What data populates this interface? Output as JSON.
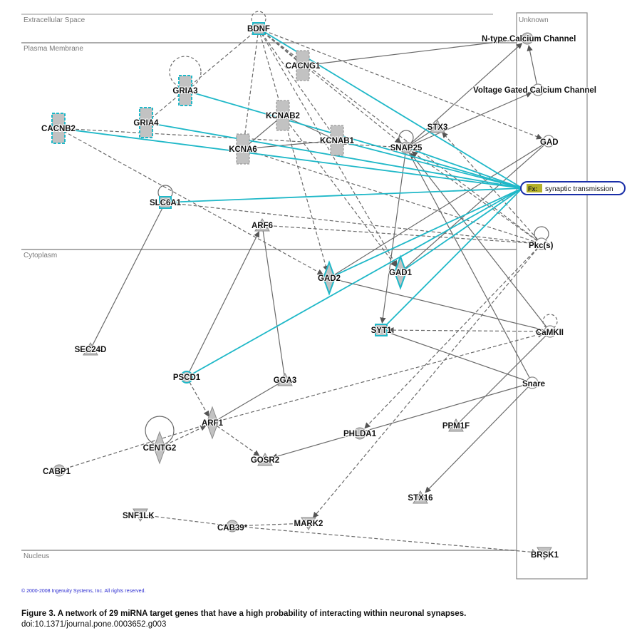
{
  "regions": {
    "extracellular": "Extracellular Space",
    "plasma_membrane": "Plasma Membrane",
    "cytoplasm": "Cytoplasm",
    "nucleus": "Nucleus",
    "unknown": "Unknown"
  },
  "function_node": {
    "badge": "Fx:",
    "label": "synaptic transmission"
  },
  "nodes": [
    {
      "id": "BDNF",
      "label": "BDNF",
      "shape": "square",
      "highlight": true
    },
    {
      "id": "CACNG1",
      "label": "CACNG1",
      "shape": "rect",
      "highlight": false
    },
    {
      "id": "GRIA3",
      "label": "GRIA3",
      "shape": "rect",
      "highlight": true
    },
    {
      "id": "GRIA4",
      "label": "GRIA4",
      "shape": "rect",
      "highlight": true
    },
    {
      "id": "CACNB2",
      "label": "CACNB2",
      "shape": "rect",
      "highlight": true
    },
    {
      "id": "KCNAB2",
      "label": "KCNAB2",
      "shape": "rect",
      "highlight": false
    },
    {
      "id": "KCNAB1",
      "label": "KCNAB1",
      "shape": "rect",
      "highlight": false
    },
    {
      "id": "KCNA6",
      "label": "KCNA6",
      "shape": "rect",
      "highlight": false
    },
    {
      "id": "SNAP25",
      "label": "SNAP25",
      "shape": "circle",
      "highlight": false
    },
    {
      "id": "STX3",
      "label": "STX3",
      "shape": "triangle",
      "highlight": false
    },
    {
      "id": "NCC",
      "label": "N-type Calcium Channel",
      "shape": "circle",
      "highlight": false
    },
    {
      "id": "VGCC",
      "label": "Voltage Gated Calcium Channel",
      "shape": "open-circle",
      "highlight": false
    },
    {
      "id": "GAD",
      "label": "GAD",
      "shape": "open-circle",
      "highlight": false
    },
    {
      "id": "SLC6A1",
      "label": "SLC6A1",
      "shape": "square",
      "highlight": true
    },
    {
      "id": "ARF6",
      "label": "ARF6",
      "shape": "triangle",
      "highlight": false
    },
    {
      "id": "PKC",
      "label": "Pkc(s)",
      "shape": "open-circle",
      "highlight": false
    },
    {
      "id": "GAD2",
      "label": "GAD2",
      "shape": "diamond",
      "highlight": true
    },
    {
      "id": "GAD1",
      "label": "GAD1",
      "shape": "diamond",
      "highlight": true
    },
    {
      "id": "SYT1",
      "label": "SYT1",
      "shape": "square",
      "highlight": true
    },
    {
      "id": "CAMKII",
      "label": "CaMKII",
      "shape": "open-circle",
      "highlight": false
    },
    {
      "id": "SEC24D",
      "label": "SEC24D",
      "shape": "triangle",
      "highlight": false
    },
    {
      "id": "PSCD1",
      "label": "PSCD1",
      "shape": "circle",
      "highlight": true
    },
    {
      "id": "GGA3",
      "label": "GGA3",
      "shape": "triangle",
      "highlight": false
    },
    {
      "id": "SNARE",
      "label": "Snare",
      "shape": "open-circle",
      "highlight": false
    },
    {
      "id": "ARF1",
      "label": "ARF1",
      "shape": "diamond",
      "highlight": false
    },
    {
      "id": "CENTG2",
      "label": "CENTG2",
      "shape": "diamond",
      "highlight": false
    },
    {
      "id": "PHLDA1",
      "label": "PHLDA1",
      "shape": "circle",
      "highlight": false
    },
    {
      "id": "PPM1F",
      "label": "PPM1F",
      "shape": "triangle",
      "highlight": false
    },
    {
      "id": "CABP1",
      "label": "CABP1",
      "shape": "circle",
      "highlight": false
    },
    {
      "id": "GOSR2",
      "label": "GOSR2",
      "shape": "triangle",
      "highlight": false
    },
    {
      "id": "STX16",
      "label": "STX16",
      "shape": "triangle",
      "highlight": false
    },
    {
      "id": "SNF1LK",
      "label": "SNF1LK",
      "shape": "triangle-down",
      "highlight": false
    },
    {
      "id": "CAB39",
      "label": "CAB39*",
      "shape": "circle",
      "highlight": false
    },
    {
      "id": "MARK2",
      "label": "MARK2",
      "shape": "triangle-down",
      "highlight": false
    },
    {
      "id": "BRSK1",
      "label": "BRSK1",
      "shape": "triangle-down",
      "highlight": false
    }
  ],
  "edges": [
    {
      "from": "BDNF",
      "to": "BDNF",
      "style": "self-dashed"
    },
    {
      "from": "GRIA3",
      "to": "GRIA3",
      "style": "self-dashed"
    },
    {
      "from": "SNAP25",
      "to": "SNAP25",
      "style": "self-solid"
    },
    {
      "from": "SLC6A1",
      "to": "SLC6A1",
      "style": "self-solid"
    },
    {
      "from": "PKC",
      "to": "PKC",
      "style": "self-solid"
    },
    {
      "from": "CAMKII",
      "to": "CAMKII",
      "style": "self-dashed"
    },
    {
      "from": "CENTG2",
      "to": "CENTG2",
      "style": "self-solid"
    },
    {
      "from": "CACNG1",
      "to": "NCC",
      "style": "solid"
    },
    {
      "from": "VGCC",
      "to": "NCC",
      "style": "solid-arrow"
    },
    {
      "from": "SNAP25",
      "to": "NCC",
      "style": "solid-arrow"
    },
    {
      "from": "SNAP25",
      "to": "VGCC",
      "style": "solid-arrow"
    },
    {
      "from": "KCNAB2",
      "to": "KCNA6",
      "style": "solid"
    },
    {
      "from": "KCNAB1",
      "to": "KCNA6",
      "style": "solid"
    },
    {
      "from": "KCNAB2",
      "to": "KCNAB1",
      "style": "solid"
    },
    {
      "from": "BDNF",
      "to": "GAD",
      "style": "dashed-arrow"
    },
    {
      "from": "BDNF",
      "to": "SNAP25",
      "style": "dashed-arrow"
    },
    {
      "from": "BDNF",
      "to": "KCNA6",
      "style": "dashed"
    },
    {
      "from": "BDNF",
      "to": "KCNAB1",
      "style": "dashed"
    },
    {
      "from": "BDNF",
      "to": "GAD2",
      "style": "dashed-arrow"
    },
    {
      "from": "BDNF",
      "to": "GAD1",
      "style": "dashed-arrow"
    },
    {
      "from": "BDNF",
      "to": "GRIA4",
      "style": "dashed"
    },
    {
      "from": "BDNF",
      "to": "PKC",
      "style": "dashed"
    },
    {
      "from": "BDNF",
      "to": "CACNG1",
      "style": "dashed"
    },
    {
      "from": "KCNAB2",
      "to": "GAD1",
      "style": "dashed-arrow"
    },
    {
      "from": "KCNA6",
      "to": "PKC",
      "style": "dashed"
    },
    {
      "from": "CACNB2",
      "to": "SNAP25",
      "style": "dashed"
    },
    {
      "from": "CACNB2",
      "to": "GAD2",
      "style": "dashed-arrow"
    },
    {
      "from": "SLC6A1",
      "to": "PKC",
      "style": "dashed"
    },
    {
      "from": "ARF6",
      "to": "PKC",
      "style": "dashed"
    },
    {
      "from": "SNAP25",
      "to": "SYT1",
      "style": "solid-arrow"
    },
    {
      "from": "SNAP25",
      "to": "SNARE",
      "style": "solid"
    },
    {
      "from": "STX3",
      "to": "SNAP25",
      "style": "solid"
    },
    {
      "from": "PKC",
      "to": "STX3",
      "style": "dashed-arrow"
    },
    {
      "from": "PKC",
      "to": "SNAP25",
      "style": "dashed-arrow"
    },
    {
      "from": "GAD",
      "to": "GAD2",
      "style": "solid"
    },
    {
      "from": "GAD",
      "to": "GAD1",
      "style": "solid"
    },
    {
      "from": "GAD2",
      "to": "CAMKII",
      "style": "solid"
    },
    {
      "from": "SYT1",
      "to": "SNARE",
      "style": "solid"
    },
    {
      "from": "CAMKII",
      "to": "SYT1",
      "style": "dashed-arrow"
    },
    {
      "from": "CAMKII",
      "to": "SNAP25",
      "style": "solid-arrow"
    },
    {
      "from": "PKC",
      "to": "PHLDA1",
      "style": "dashed-arrow"
    },
    {
      "from": "PKC",
      "to": "MARK2",
      "style": "dashed-arrow"
    },
    {
      "from": "ARF1",
      "to": "CAMKII",
      "style": "dashed-arrow"
    },
    {
      "from": "PPM1F",
      "to": "CAMKII",
      "style": "solid"
    },
    {
      "from": "SNARE",
      "to": "STX16",
      "style": "solid-arrow"
    },
    {
      "from": "SNARE",
      "to": "GOSR2",
      "style": "solid-arrow"
    },
    {
      "from": "SLC6A1",
      "to": "SEC24D",
      "style": "solid"
    },
    {
      "from": "PSCD1",
      "to": "ARF6",
      "style": "solid-arrow"
    },
    {
      "from": "PSCD1",
      "to": "ARF1",
      "style": "dashed-arrow"
    },
    {
      "from": "ARF6",
      "to": "GGA3",
      "style": "solid"
    },
    {
      "from": "GGA3",
      "to": "ARF1",
      "style": "solid"
    },
    {
      "from": "ARF1",
      "to": "GOSR2",
      "style": "dashed-arrow"
    },
    {
      "from": "CENTG2",
      "to": "ARF1",
      "style": "dashed-arrow"
    },
    {
      "from": "CABP1",
      "to": "ARF1",
      "style": "dashed"
    },
    {
      "from": "CAB39",
      "to": "SNF1LK",
      "style": "dashed-arrow"
    },
    {
      "from": "CAB39",
      "to": "MARK2",
      "style": "dashed"
    },
    {
      "from": "CAB39",
      "to": "BRSK1",
      "style": "dashed-arrow"
    },
    {
      "from": "FX",
      "to": "BDNF",
      "style": "cyan"
    },
    {
      "from": "FX",
      "to": "GRIA3",
      "style": "cyan"
    },
    {
      "from": "FX",
      "to": "GRIA4",
      "style": "cyan"
    },
    {
      "from": "FX",
      "to": "CACNB2",
      "style": "cyan"
    },
    {
      "from": "FX",
      "to": "SNAP25",
      "style": "cyan"
    },
    {
      "from": "FX",
      "to": "SLC6A1",
      "style": "cyan"
    },
    {
      "from": "FX",
      "to": "GAD2",
      "style": "cyan"
    },
    {
      "from": "FX",
      "to": "GAD1",
      "style": "cyan"
    },
    {
      "from": "FX",
      "to": "SYT1",
      "style": "cyan"
    },
    {
      "from": "FX",
      "to": "PSCD1",
      "style": "cyan"
    },
    {
      "from": "FX",
      "to": "KCNAB1",
      "style": "cyan"
    }
  ],
  "colors": {
    "highlight": "#1fb8c8",
    "node_fill": "#c2c2c2",
    "node_stroke": "#8a8a8a",
    "edge": "#6a6a6a",
    "fx_border": "#1a2fa8",
    "fx_badge": "#b3b02a"
  },
  "copyright": "© 2000-2008 Ingenuity Systems, Inc. All rights reserved.",
  "caption": {
    "title": "Figure 3. A network of 29 miRNA target genes that have a high probability of interacting within neuronal synapses.",
    "doi": "doi:10.1371/journal.pone.0003652.g003"
  }
}
